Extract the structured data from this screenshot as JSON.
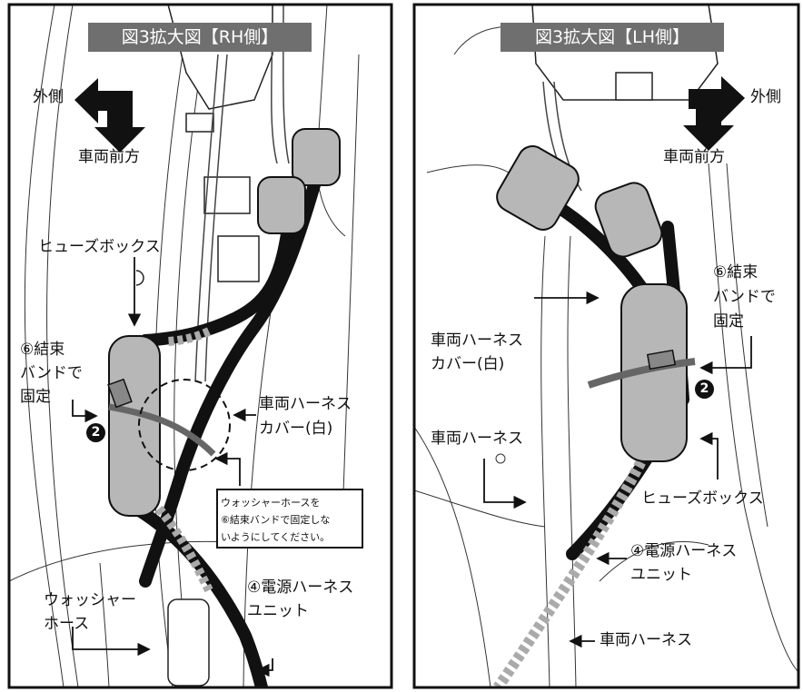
{
  "panels": [
    {
      "title": "図3拡大図【RH側】",
      "direction": {
        "outside": "外側",
        "front": "車両前方"
      },
      "labels": {
        "fuse_box": "ヒューズボックス",
        "band": [
          "⑥結束",
          "バンドで",
          "固定"
        ],
        "badge": "2",
        "harness_cover": [
          "車両ハーネス",
          "カバー(白)"
        ],
        "washer_hose": [
          "ウォッシャー",
          "ホース"
        ],
        "power_unit": [
          "④電源ハーネス",
          "ユニット"
        ]
      },
      "note": [
        "ウォッシャーホースを",
        "⑥結束バンドで固定しな",
        "いようにしてください。"
      ]
    },
    {
      "title": "図3拡大図【LH側】",
      "direction": {
        "outside": "外側",
        "front": "車両前方"
      },
      "labels": {
        "band": [
          "⑥結束",
          "バンドで",
          "固定"
        ],
        "badge": "2",
        "harness_cover": [
          "車両ハーネス",
          "カバー(白)"
        ],
        "vehicle_harness": "車両ハーネス",
        "fuse_box": "ヒューズボックス",
        "power_unit": [
          "④電源ハーネス",
          "ユニット"
        ],
        "vehicle_harness_bottom": "車両ハーネス"
      }
    }
  ],
  "colors": {
    "part_gray": "#b7b7b7",
    "title_bg": "#6f6f6f",
    "ink": "#111111"
  }
}
